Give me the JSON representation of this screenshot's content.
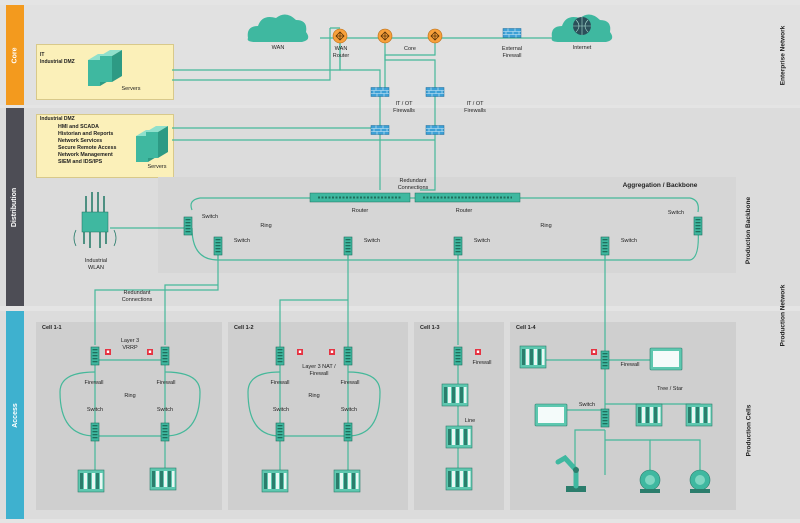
{
  "tiers": {
    "core": "Core",
    "distribution": "Distribution",
    "access": "Access"
  },
  "side_labels": {
    "enterprise": "Enterprise Network",
    "production_backbone": "Production Backbone",
    "production_network": "Production Network",
    "production_cells": "Production Cells"
  },
  "core": {
    "wan": "WAN",
    "wan_router": "WAN\nRouter",
    "core": "Core",
    "external_firewall": "External\nFirewall",
    "internet": "Internet",
    "it_ot_firewalls": "IT / OT\nFirewalls"
  },
  "it_dmz": {
    "title": "IT\nIndustrial DMZ",
    "servers": "Servers"
  },
  "industrial_dmz": {
    "title": "Industrial DMZ",
    "items": [
      "HMI and SCADA",
      "Historian and Reports",
      "Network Services",
      "Secure Remote Access",
      "Network Management",
      "SIEM and IDS/IPS"
    ],
    "servers": "Servers"
  },
  "distribution": {
    "redundant_connections": "Redundant\nConnections",
    "aggregation_title": "Aggregation / Backbone",
    "router_a": "Router",
    "router_b": "Router",
    "switch": "Switch",
    "ring": "Ring",
    "industrial_wlan": "Industrial\nWLAN",
    "redundant_connections_2": "Redundant\nConnections"
  },
  "cells": {
    "c11": {
      "title": "Cell 1-1",
      "layer": "Layer 3\nVRRP",
      "firewall": "Firewall",
      "switch": "Switch",
      "ring": "Ring"
    },
    "c12": {
      "title": "Cell 1-2",
      "layer": "Layer 3 NAT /\nFirewall",
      "firewall": "Firewall",
      "switch": "Switch",
      "ring": "Ring"
    },
    "c13": {
      "title": "Cell 1-3",
      "firewall": "Firewall",
      "line": "Line"
    },
    "c14": {
      "title": "Cell 1-4",
      "firewall": "Firewall",
      "switch": "Switch",
      "topology": "Tree / Star"
    }
  },
  "colors": {
    "core": "#f39a1e",
    "distribution": "#4d4d55",
    "access": "#3eb1cf",
    "link": "#45b89a",
    "device": "#3fb8a0",
    "dmz": "#fbf0b9",
    "firewall": "#3da0d6",
    "router": "#f7a03b"
  }
}
